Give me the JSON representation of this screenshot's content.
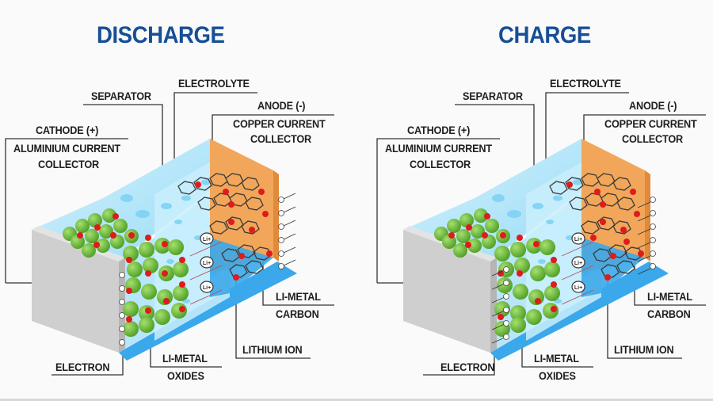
{
  "panels": [
    {
      "id": "discharge",
      "title": "DISCHARGE",
      "labels": {
        "separator": "SEPARATOR",
        "electrolyte": "ELECTROLYTE",
        "anode": "ANODE (-)",
        "copper_1": "COPPER CURRENT",
        "copper_2": "COLLECTOR",
        "cathode": "CATHODE (+)",
        "aluminium_1": "ALUMINIUM CURRENT",
        "aluminium_2": "COLLECTOR",
        "li_metal_carbon_1": "LI-METAL",
        "li_metal_carbon_2": "CARBON",
        "lithium_ion": "LITHIUM ION",
        "electron": "ELECTRON",
        "li_metal_oxides_1": "LI-METAL",
        "li_metal_oxides_2": "OXIDES"
      },
      "ion_symbol": "Li⁺",
      "electron_symbol": "⊖",
      "flow_direction": "anode-to-cathode"
    },
    {
      "id": "charge",
      "title": "CHARGE",
      "labels": {
        "separator": "SEPARATOR",
        "electrolyte": "ELECTROLYTE",
        "anode": "ANODE (-)",
        "copper_1": "COPPER CURRENT",
        "copper_2": "COLLECTOR",
        "cathode": "CATHODE (+)",
        "aluminium_1": "ALUMINIUM CURRENT",
        "aluminium_2": "COLLECTOR",
        "li_metal_carbon_1": "LI-METAL",
        "li_metal_carbon_2": "CARBON",
        "lithium_ion": "LITHIUM ION",
        "electron": "ELECTRON",
        "li_metal_oxides_1": "LI-METAL",
        "li_metal_oxides_2": "OXIDES"
      },
      "ion_symbol": "Li⁺",
      "electron_symbol": "⊖",
      "flow_direction": "cathode-to-anode"
    }
  ],
  "colors": {
    "title": "#174f96",
    "aluminium_collector": "#c9c9c9",
    "copper_collector": "#f0a050",
    "electrolyte_light": "#c8ecfb",
    "electrolyte_mid": "#8fd6f5",
    "electrolyte_deep": "#3aa8ea",
    "li_oxide_sphere": "#6fbf3a",
    "lithium_ion": "#e01b1b",
    "carbon_lattice": "#3a3a3a",
    "text": "#1e1e1e"
  }
}
